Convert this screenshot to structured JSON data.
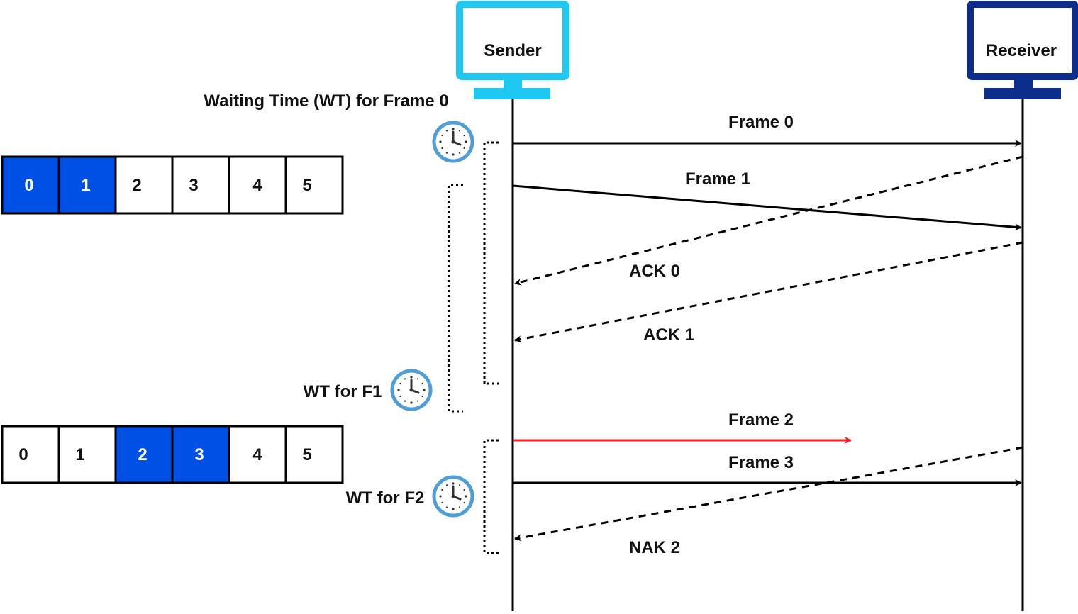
{
  "colors": {
    "sender_monitor": "#1ec8f0",
    "receiver_monitor": "#0d2d8c",
    "highlight_cell": "#0050e6",
    "lost_frame": "#ff1a1a",
    "line": "#000000",
    "clock_ring": "#4f9dd9"
  },
  "sender": {
    "label": "Sender",
    "icon": "monitor-icon"
  },
  "receiver": {
    "label": "Receiver",
    "icon": "monitor-icon"
  },
  "waiting_time_label": "Waiting Time (WT) for Frame 0",
  "wt_f1_label": "WT for F1",
  "wt_f2_label": "WT for F2",
  "window_1": {
    "cells": [
      "0",
      "1",
      "2",
      "3",
      "4",
      "5"
    ],
    "highlighted": [
      0,
      1
    ]
  },
  "window_2": {
    "cells": [
      "0",
      "1",
      "2",
      "3",
      "4",
      "5"
    ],
    "highlighted": [
      2,
      3
    ]
  },
  "messages": {
    "frame0": "Frame 0",
    "frame1": "Frame 1",
    "ack0": "ACK 0",
    "ack1": "ACK 1",
    "frame2": "Frame 2",
    "frame3": "Frame 3",
    "nak2": "NAK 2"
  }
}
